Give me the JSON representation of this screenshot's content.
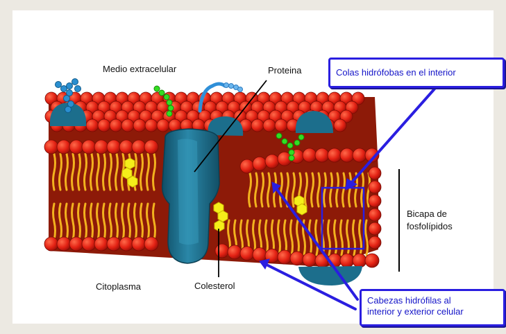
{
  "labels": {
    "extracellular": "Medio extracelular",
    "protein": "Proteina",
    "cytoplasm": "Citoplasma",
    "cholesterol": "Colesterol",
    "bilayer_line1": "Bicapa de",
    "bilayer_line2": "fosfolípidos"
  },
  "callouts": {
    "tails": "Colas hidrófobas en el interior",
    "heads_line1": "Cabezas hidrófilas al",
    "heads_line2": "interior y exterior celular"
  },
  "colors": {
    "head": "#e32214",
    "head_dark": "#8a0c05",
    "tail": "#f2b21e",
    "protein": "#1c6e8c",
    "callout": "#2a1ee0",
    "cholesterol": "#f5ee1a",
    "glyco_green": "#33dd22",
    "glyco_blue": "#3a8fd8"
  }
}
